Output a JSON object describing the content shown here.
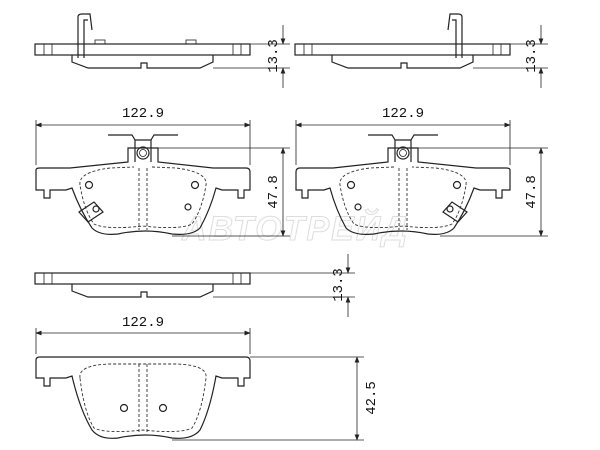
{
  "drawing": {
    "top_left_view": {
      "thickness": "13.3"
    },
    "top_right_view": {
      "thickness": "13.3"
    },
    "front_left_view": {
      "width": "122.9",
      "height": "47.8"
    },
    "front_right_view": {
      "width": "122.9",
      "height": "47.8"
    },
    "side_bottom_view": {
      "thickness": "13.3"
    },
    "front_bottom_view": {
      "width": "122.9",
      "height": "42.5"
    }
  },
  "watermark": "АВТОТРЕЙД"
}
